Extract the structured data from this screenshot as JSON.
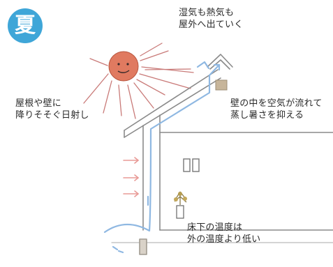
{
  "season_badge": "夏",
  "labels": {
    "top_line1": "湿気も熱気も",
    "top_line2": "屋外へ出ていく",
    "left_line1": "屋根や壁に",
    "left_line2": "降りそそぐ日射し",
    "right_line1": "壁の中を空気が流れて",
    "right_line2": "蒸し暑さを抑える",
    "floor_line1": "床下の温度は",
    "floor_line2": "外の温度より低い"
  },
  "icons": {
    "sun": "sun-face-icon",
    "airflow": "airflow-arrow-icon",
    "heat_arrow": "heat-arrow-icon",
    "plant": "potted-plant-icon"
  },
  "colors": {
    "badge": "#3fa6d8",
    "sun": "#e07a60",
    "rays": "#c97a78",
    "airflow": "#8fb8e2",
    "house_line": "#8a8a8a",
    "wall_arrows": "#e89a96"
  }
}
